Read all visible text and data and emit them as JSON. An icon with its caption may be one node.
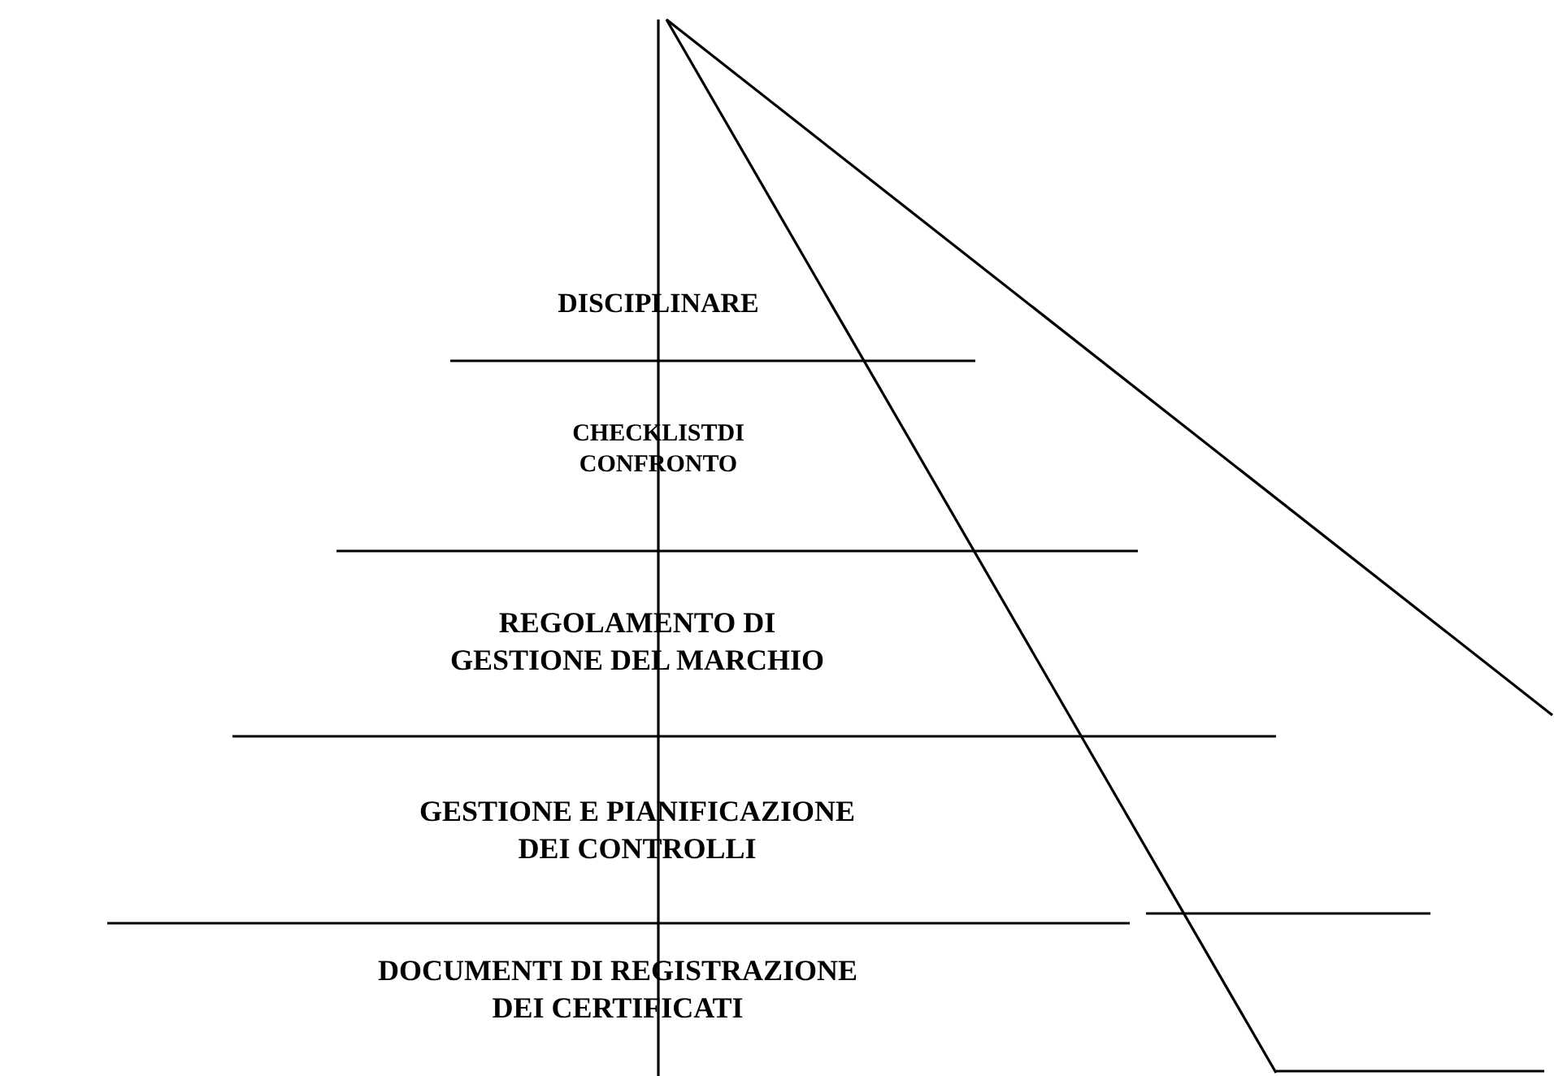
{
  "diagram": {
    "labels": [
      "DISCIPLINARE",
      "CHECKLISTDI CONFRONTO",
      "REGOLAMENTO DI GESTIONE DEL MARCHIO",
      "GESTIONE E PIANIFICAZIONE DEI CONTROLLI",
      "DOCUMENTI DI REGISTRAZIONE DEI CERTIFICATI"
    ]
  }
}
